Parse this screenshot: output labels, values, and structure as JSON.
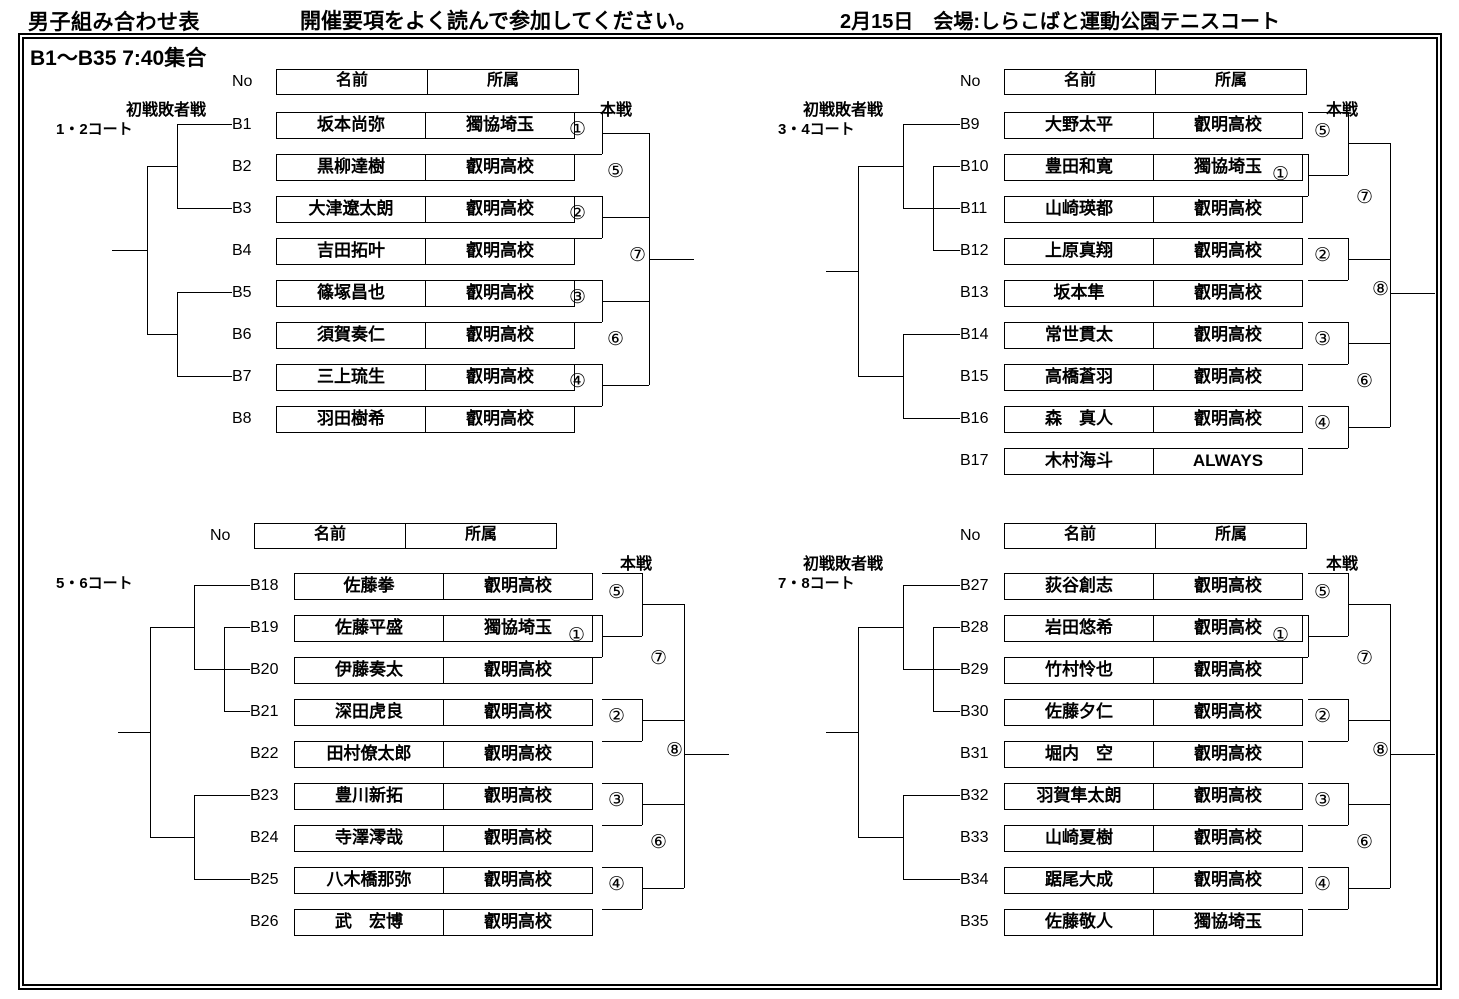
{
  "header": {
    "title": "男子組み合わせ表",
    "notice": "開催要項をよく読んで参加してください。",
    "date_venue": "2月15日　会場:しらこばと運動公園テニスコート"
  },
  "call_time": "B1〜B35 7:40集合",
  "labels": {
    "no": "No",
    "name": "名前",
    "team": "所属",
    "losers_bracket": "初戦敗者戦",
    "main_draw": "本戦"
  },
  "quadrants": [
    {
      "id": "top-left",
      "court": "1・2コート",
      "show_losers_label": true,
      "players": [
        {
          "no": "B1",
          "name": "坂本尚弥",
          "team": "獨協埼玉"
        },
        {
          "no": "B2",
          "name": "黒柳達樹",
          "team": "叡明高校"
        },
        {
          "no": "B3",
          "name": "大津遼太朗",
          "team": "叡明高校"
        },
        {
          "no": "B4",
          "name": "吉田拓叶",
          "team": "叡明高校"
        },
        {
          "no": "B5",
          "name": "篠塚昌也",
          "team": "叡明高校"
        },
        {
          "no": "B6",
          "name": "須賀奏仁",
          "team": "叡明高校"
        },
        {
          "no": "B7",
          "name": "三上琉生",
          "team": "叡明高校"
        },
        {
          "no": "B8",
          "name": "羽田樹希",
          "team": "叡明高校"
        }
      ],
      "match_numbers": [
        "①",
        "②",
        "③",
        "④",
        "⑤",
        "⑥",
        "⑦"
      ]
    },
    {
      "id": "top-right",
      "court": "3・4コート",
      "show_losers_label": true,
      "players": [
        {
          "no": "B9",
          "name": "大野太平",
          "team": "叡明高校"
        },
        {
          "no": "B10",
          "name": "豊田和寛",
          "team": "獨協埼玉"
        },
        {
          "no": "B11",
          "name": "山崎瑛都",
          "team": "叡明高校"
        },
        {
          "no": "B12",
          "name": "上原真翔",
          "team": "叡明高校"
        },
        {
          "no": "B13",
          "name": "坂本隼",
          "team": "叡明高校"
        },
        {
          "no": "B14",
          "name": "常世貫太",
          "team": "叡明高校"
        },
        {
          "no": "B15",
          "name": "高橋蒼羽",
          "team": "叡明高校"
        },
        {
          "no": "B16",
          "name": "森　真人",
          "team": "叡明高校"
        },
        {
          "no": "B17",
          "name": "木村海斗",
          "team": "ALWAYS"
        }
      ],
      "match_numbers": [
        "①",
        "②",
        "③",
        "④",
        "⑤",
        "⑥",
        "⑦",
        "⑧"
      ]
    },
    {
      "id": "bottom-left",
      "court": "5・6コート",
      "show_losers_label": false,
      "players": [
        {
          "no": "B18",
          "name": "佐藤拳",
          "team": "叡明高校"
        },
        {
          "no": "B19",
          "name": "佐藤平盛",
          "team": "獨協埼玉"
        },
        {
          "no": "B20",
          "name": "伊藤奏太",
          "team": "叡明高校"
        },
        {
          "no": "B21",
          "name": "深田虎良",
          "team": "叡明高校"
        },
        {
          "no": "B22",
          "name": "田村僚太郎",
          "team": "叡明高校"
        },
        {
          "no": "B23",
          "name": "豊川新拓",
          "team": "叡明高校"
        },
        {
          "no": "B24",
          "name": "寺澤澪哉",
          "team": "叡明高校"
        },
        {
          "no": "B25",
          "name": "八木橋那弥",
          "team": "叡明高校"
        },
        {
          "no": "B26",
          "name": "武　宏博",
          "team": "叡明高校"
        }
      ],
      "match_numbers": [
        "①",
        "②",
        "③",
        "④",
        "⑤",
        "⑥",
        "⑦",
        "⑧"
      ]
    },
    {
      "id": "bottom-right",
      "court": "7・8コート",
      "show_losers_label": true,
      "players": [
        {
          "no": "B27",
          "name": "荻谷創志",
          "team": "叡明高校"
        },
        {
          "no": "B28",
          "name": "岩田悠希",
          "team": "叡明高校"
        },
        {
          "no": "B29",
          "name": "竹村怜也",
          "team": "叡明高校"
        },
        {
          "no": "B30",
          "name": "佐藤夕仁",
          "team": "叡明高校"
        },
        {
          "no": "B31",
          "name": "堀内　空",
          "team": "叡明高校"
        },
        {
          "no": "B32",
          "name": "羽賀隼太朗",
          "team": "叡明高校"
        },
        {
          "no": "B33",
          "name": "山崎夏樹",
          "team": "叡明高校"
        },
        {
          "no": "B34",
          "name": "踞尾大成",
          "team": "叡明高校"
        },
        {
          "no": "B35",
          "name": "佐藤敬人",
          "team": "獨協埼玉"
        }
      ],
      "match_numbers": [
        "①",
        "②",
        "③",
        "④",
        "⑤",
        "⑥",
        "⑦",
        "⑧"
      ]
    }
  ]
}
